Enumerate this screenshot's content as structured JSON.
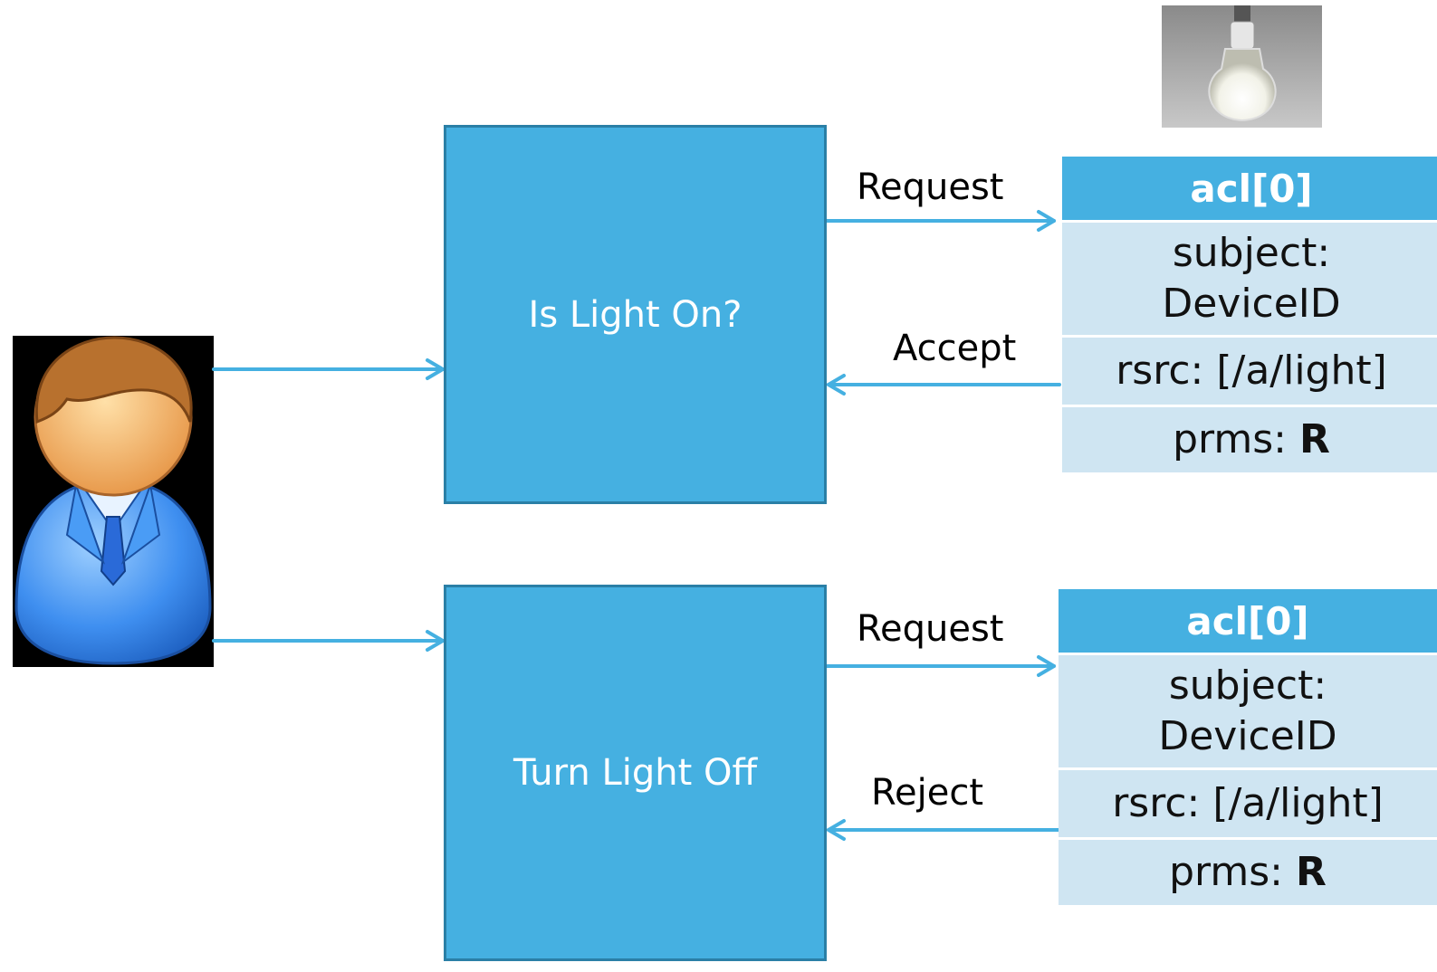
{
  "actions": [
    {
      "label": "Is Light On?"
    },
    {
      "label": "Turn Light Off"
    }
  ],
  "arrows": {
    "top_request": "Request",
    "top_response": "Accept",
    "bottom_request": "Request",
    "bottom_response": "Reject"
  },
  "acl_tables": [
    {
      "header": "acl[0]",
      "subject_line1": "subject:",
      "subject_line2": "DeviceID",
      "rsrc": "rsrc: [/a/light]",
      "prms_prefix": "prms:",
      "prms_value": "R"
    },
    {
      "header": "acl[0]",
      "subject_line1": "subject:",
      "subject_line2": "DeviceID",
      "rsrc": "rsrc: [/a/light]",
      "prms_prefix": "prms:",
      "prms_value": "R"
    }
  ],
  "colors": {
    "box_fill": "#45b0e1",
    "arrow": "#45b0e1",
    "table_row": "#cfe5f2",
    "user_background": "#000000"
  },
  "icons": {
    "user": "user-avatar-icon",
    "bulb": "light-bulb-icon"
  }
}
